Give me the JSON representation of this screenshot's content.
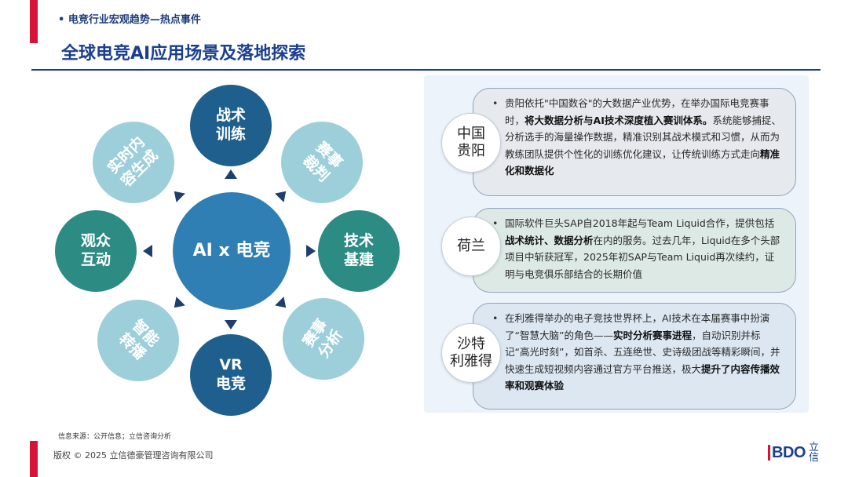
{
  "header": {
    "kicker": "• 电竞行业宏观趋势—热点事件",
    "title": "全球电竞AI应用场景及落地探索"
  },
  "diagram": {
    "center": "AI x 电竞",
    "nodes": {
      "top": "战术\n训练",
      "top_right": "赛事\n裁判",
      "right": "技术\n基建",
      "bottom_right": "赛事\n分析",
      "bottom": "VR\n电竞",
      "bottom_left": "智能\n转播",
      "left": "观众\n互动",
      "top_left": "实时内\n容生成"
    },
    "colors": {
      "dark": "#1e5f8d",
      "teal": "#2c8b83",
      "light": "#9ccfda",
      "center": "#2f7fb5"
    }
  },
  "cases": [
    {
      "region": "中国\n贵阳",
      "p1": "贵阳依托\"中国数谷\"的大数据产业优势，在举办国际电竞赛事时，",
      "b1": "将大数据分析与AI技术深度植入赛训体系。",
      "p2": "系统能够捕捉、分析选手的海量操作数据，精准识别其战术模式和习惯，从而为教练团队提供个性化的训练优化建议，让传统训练方式走向",
      "b2": "精准化和数据化"
    },
    {
      "region": "荷兰",
      "p1": "国际软件巨头SAP自2018年起与Team Liquid合作，提供包括",
      "b1": "战术统计、数据分析",
      "p2": "在内的服务。过去几年，Liquid在多个头部项目中斩获冠军，2025年初SAP与Team Liquid再次续约，证明与电竞俱乐部结合的长期价值"
    },
    {
      "region": "沙特\n利雅得",
      "p1": "在利雅得举办的电子竞技世界杯上，AI技术在本届赛事中扮演了“智慧大脑”的角色——",
      "b1": "实时分析赛事进程",
      "p2": "，自动识别并标记“高光时刻”，如首杀、五连绝世、史诗级团战等精彩瞬间，并快速生成短视频内容通过官方平台推送，极大",
      "b2": "提升了内容传播效率和观赛体验"
    }
  ],
  "footer": {
    "source": "信息来源：公开信息；立信咨询分析",
    "copyright": "版权 © 2025 立信德豪管理咨询有限公司",
    "logo_text": "BDO",
    "logo_cn": "立\n信"
  },
  "accent_color": "#d6143a",
  "brand_color": "#1b3f8f"
}
